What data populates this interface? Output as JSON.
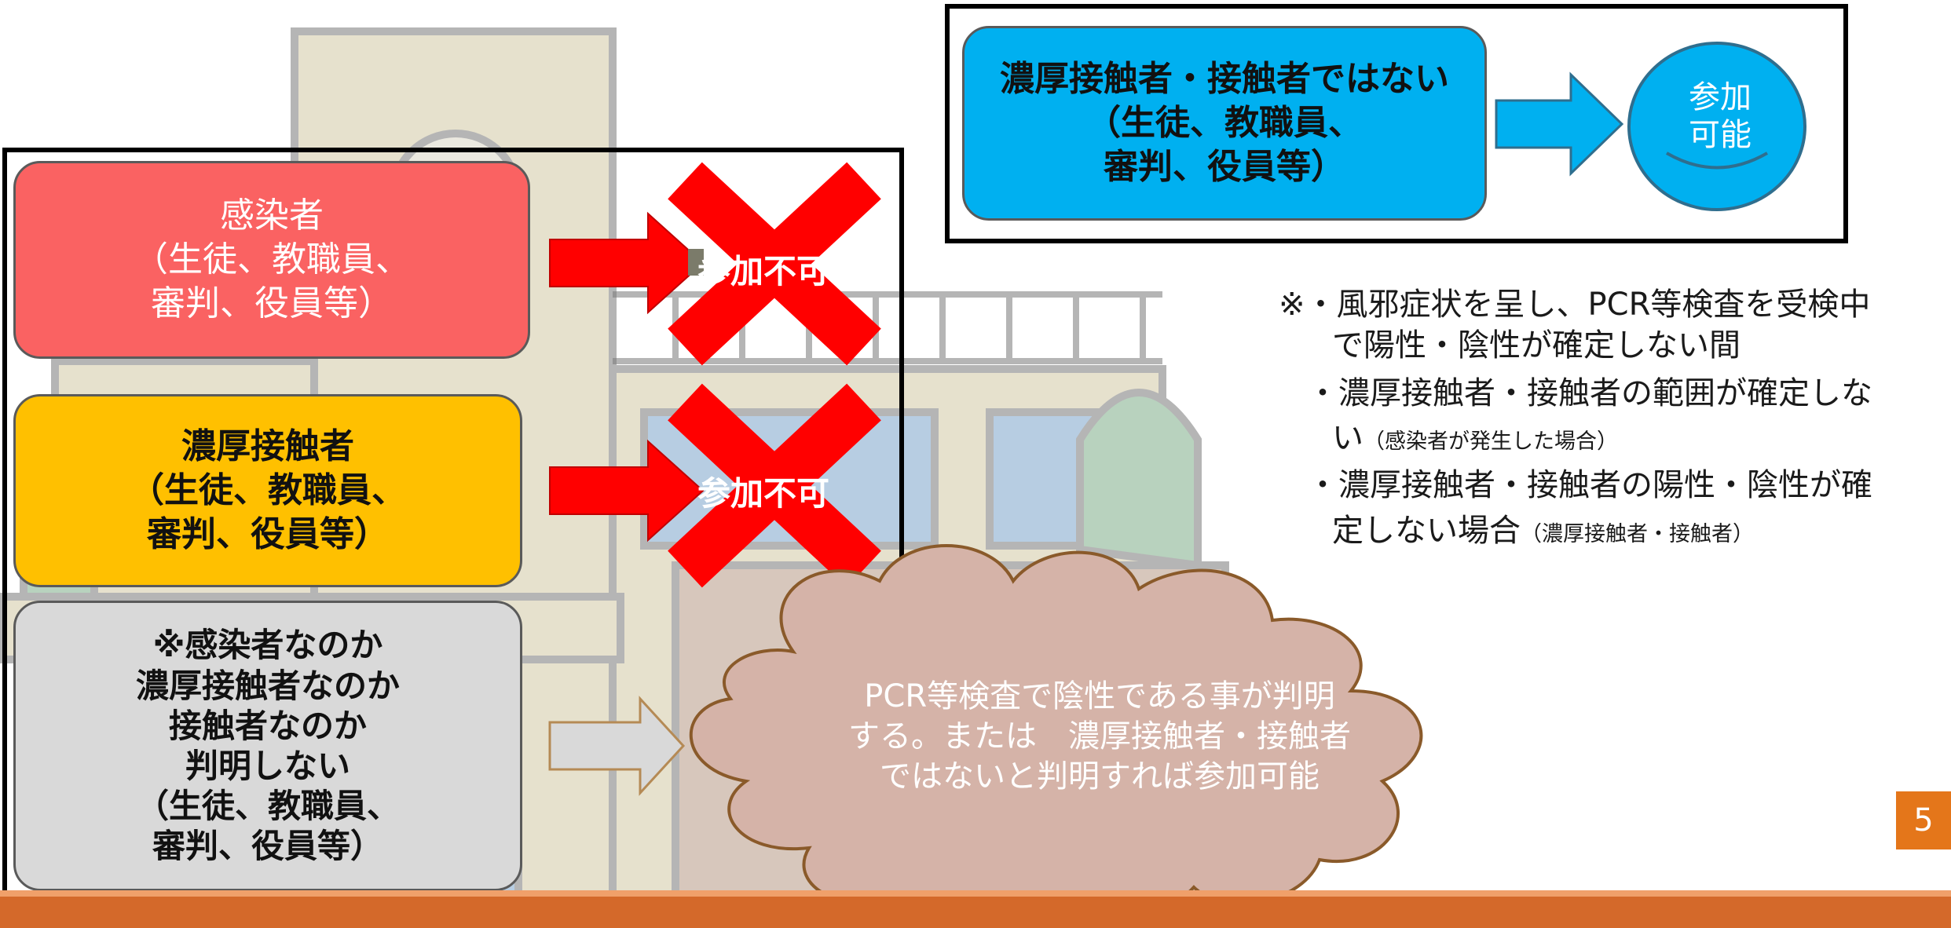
{
  "colors": {
    "infected": "#fa6262",
    "close_contact": "#ffc000",
    "unknown": "#d9d9d9",
    "not_contact": "#00b0f0",
    "cross": "#ff0000",
    "cloud": "#d5b3a8",
    "accent": "#e4761a"
  },
  "boxes": {
    "infected": [
      "感染者",
      "（生徒、教職員、",
      "審判、役員等）"
    ],
    "close_contact": [
      "濃厚接触者",
      "（生徒、教職員、",
      "審判、役員等）"
    ],
    "unknown": [
      "※感染者なのか",
      "濃厚接触者なのか",
      "接触者なのか",
      "判明しない",
      "（生徒、教職員、",
      "審判、役員等）"
    ],
    "not_contact": [
      "濃厚接触者・接触者ではない",
      "（生徒、教職員、",
      "審判、役員等）"
    ]
  },
  "labels": {
    "not_allowed_1": "参加不可",
    "not_allowed_2": "参加不可",
    "allowed": [
      "参加",
      "可能"
    ]
  },
  "cloud": [
    "PCR等検査で陰性である事が判明",
    "する。または　濃厚接触者・接触者",
    "ではないと判明すれば参加可能"
  ],
  "notes": {
    "line1": "※・風邪症状を呈し、PCR等検査を受検中",
    "line2": "で陽性・陰性が確定しない間",
    "line3": "・濃厚接触者・接触者の範囲が確定しな",
    "line4_main": "い",
    "line4_small": "（感染者が発生した場合）",
    "line5": "・濃厚接触者・接触者の陽性・陰性が確",
    "line6_main": "定しない場合",
    "line6_small": "（濃厚接触者・接触者）"
  },
  "page_number": "5"
}
